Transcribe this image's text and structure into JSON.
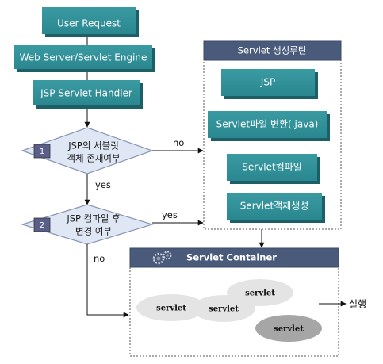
{
  "flow": {
    "user_request": "User Request",
    "web_server": "Web Server/Servlet Engine",
    "jsp_handler": "JSP Servlet Handler"
  },
  "decisions": [
    {
      "number": "1",
      "line1": "JSP의 서블릿",
      "line2": "객체 존재여부"
    },
    {
      "number": "2",
      "line1": "JSP 컴파일 후",
      "line2": "변경 여부"
    }
  ],
  "edge_labels": {
    "no_top": "no",
    "yes_mid": "yes",
    "yes_right": "yes",
    "no_bottom": "no"
  },
  "routine": {
    "title": "Servlet 생성루틴",
    "steps": [
      "JSP",
      "Servlet파일 변환(.java)",
      "Servlet컴파일",
      "Servlet객체생성"
    ]
  },
  "container": {
    "title": "Servlet Container",
    "servlets": [
      "servlet",
      "servlet",
      "servlet",
      "servlet"
    ],
    "execute_label": "실행"
  },
  "colors": {
    "teal": "#2c8c95",
    "teal_dark": "#1c5f66",
    "header_navy": "#4a5a7a",
    "diamond_fill": "#dfe6f4",
    "number_box": "#5a5f8a"
  }
}
